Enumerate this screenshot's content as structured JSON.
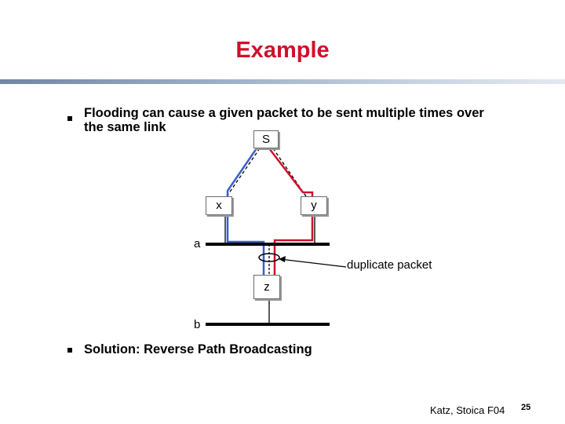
{
  "slide": {
    "title": "Example",
    "bullets": [
      "Flooding can cause a given packet to be sent multiple times over",
      "the same link",
      "Solution: Reverse Path Broadcasting"
    ],
    "footer": "Katz, Stoica F04",
    "page_number": "25"
  },
  "diagram": {
    "nodes": {
      "s": "S",
      "x": "x",
      "y": "y",
      "z": "z"
    },
    "lan_labels": {
      "a": "a",
      "b": "b"
    },
    "annotation": "duplicate packet"
  },
  "colors": {
    "title": "#d0102a",
    "path_blue": "#3a5fcd",
    "path_red": "#d0102a",
    "lan": "#000000"
  }
}
